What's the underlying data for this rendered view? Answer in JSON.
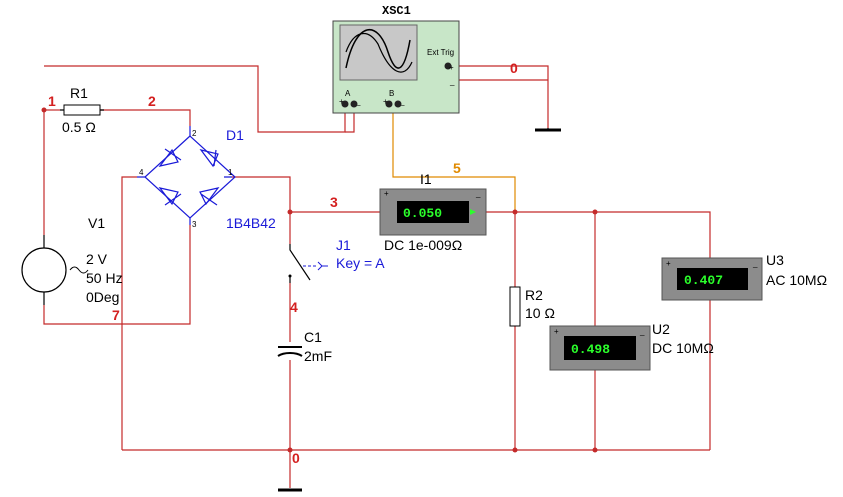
{
  "components": {
    "xsc1": {
      "ref": "XSC1"
    },
    "r1": {
      "ref": "R1",
      "value": "0.5 Ω"
    },
    "v1": {
      "ref": "V1",
      "amplitude": "2 V",
      "frequency": "50 Hz",
      "phase": "0Deg"
    },
    "d1": {
      "ref": "D1",
      "part": "1B4B42",
      "pin1": "1",
      "pin2": "2",
      "pin3": "3",
      "pin4": "4"
    },
    "j1": {
      "ref": "J1",
      "key": "Key = A"
    },
    "c1": {
      "ref": "C1",
      "value": "2mF"
    },
    "r2": {
      "ref": "R2",
      "value": "10 Ω"
    }
  },
  "meters": {
    "i1": {
      "ref": "I1",
      "reading": "0.050",
      "mode": "DC  1e-009Ω"
    },
    "u2": {
      "ref": "U2",
      "reading": "0.498",
      "mode": "DC  10MΩ"
    },
    "u3": {
      "ref": "U3",
      "reading": "0.407",
      "mode": "AC  10MΩ"
    }
  },
  "scope": {
    "ch_a": "A",
    "ch_b": "B",
    "ext_trig": "Ext Trig",
    "plus": "+",
    "minus": "_"
  },
  "nets": {
    "n0": "0",
    "n1": "1",
    "n2": "2",
    "n3": "3",
    "n4": "4",
    "n5": "5",
    "n7": "7"
  },
  "colors": {
    "wire": "#c42a2a",
    "probe_wire": "#e08a00",
    "component_label": "#1a1ad8",
    "meter_digits": "#2bff2b",
    "scope_body": "#c8e6c8",
    "meter_body": "#8c8c8c"
  }
}
